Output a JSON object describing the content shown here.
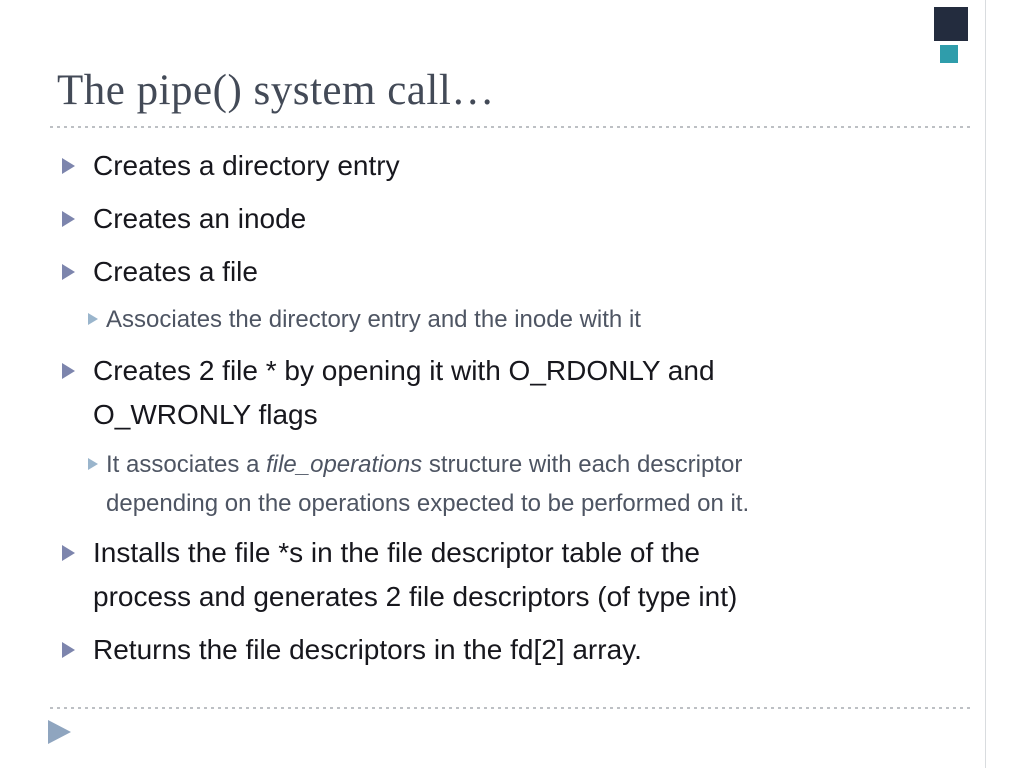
{
  "slide": {
    "title": "The pipe() system call…",
    "bullets": [
      {
        "level": 1,
        "text": "Creates a directory entry"
      },
      {
        "level": 1,
        "text": "Creates an inode"
      },
      {
        "level": 1,
        "text": "Creates a file"
      },
      {
        "level": 2,
        "text": "Associates the directory entry and the inode with it"
      },
      {
        "level": 1,
        "line1": "Creates 2 file * by opening it with O_RDONLY and",
        "line2": "O_WRONLY flags"
      },
      {
        "level": 2,
        "line1_pre": "It associates a ",
        "line1_italic": "file_operations",
        "line1_post": " structure with each descriptor",
        "line2": "depending on the operations expected to be performed on it."
      },
      {
        "level": 1,
        "line1": "Installs the file *s in the file descriptor table of the",
        "line2": "process and generates 2 file descriptors (of type int)"
      },
      {
        "level": 1,
        "text": "Returns the file descriptors in the fd[2] array."
      }
    ],
    "icons": {
      "level1_bullet": "right-triangle-icon",
      "level2_bullet": "right-triangle-icon",
      "footer": "next-slide-triangle-icon"
    },
    "colors": {
      "title": "#434a57",
      "body_text": "#17171d",
      "sub_text": "#4e5563",
      "level1_bullet": "#7d85ad",
      "level2_bullet": "#9ab5cc",
      "dotted_rule": "#bdc0c4",
      "square_dark": "#232c3e",
      "square_teal": "#2f9dab",
      "footer_triangle": "#8fa5bf"
    }
  }
}
